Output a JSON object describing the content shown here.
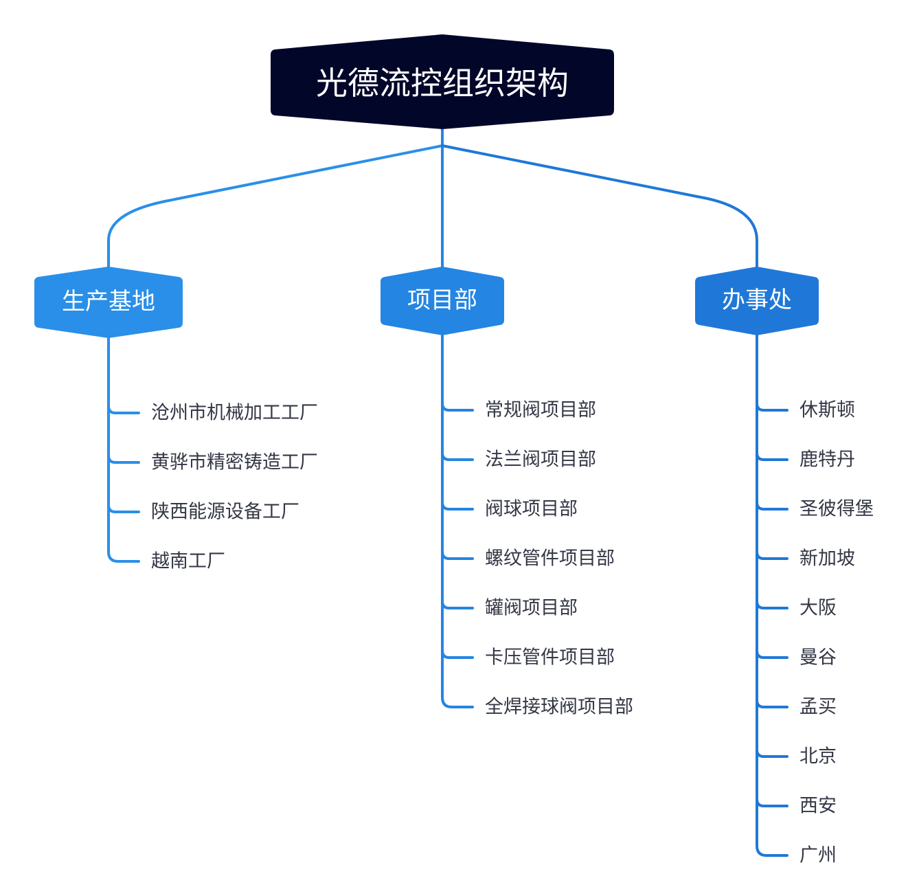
{
  "title": "光德流控组织架构",
  "colors": {
    "root_fill": "#02072a",
    "branch_1": "#2a8fe8",
    "branch_2": "#2485e2",
    "branch_3": "#1f78d8",
    "leaf_text": "#333744"
  },
  "branches": [
    {
      "label": "生产基地",
      "children": [
        "沧州市机械加工工厂",
        "黄骅市精密铸造工厂",
        "陕西能源设备工厂",
        "越南工厂"
      ]
    },
    {
      "label": "项目部",
      "children": [
        "常规阀项目部",
        "法兰阀项目部",
        "阀球项目部",
        "螺纹管件项目部",
        "罐阀项目部",
        "卡压管件项目部",
        "全焊接球阀项目部"
      ]
    },
    {
      "label": "办事处",
      "children": [
        "休斯顿",
        "鹿特丹",
        "圣彼得堡",
        "新加坡",
        "大阪",
        "曼谷",
        "孟买",
        "北京",
        "西安",
        "广州"
      ]
    }
  ]
}
